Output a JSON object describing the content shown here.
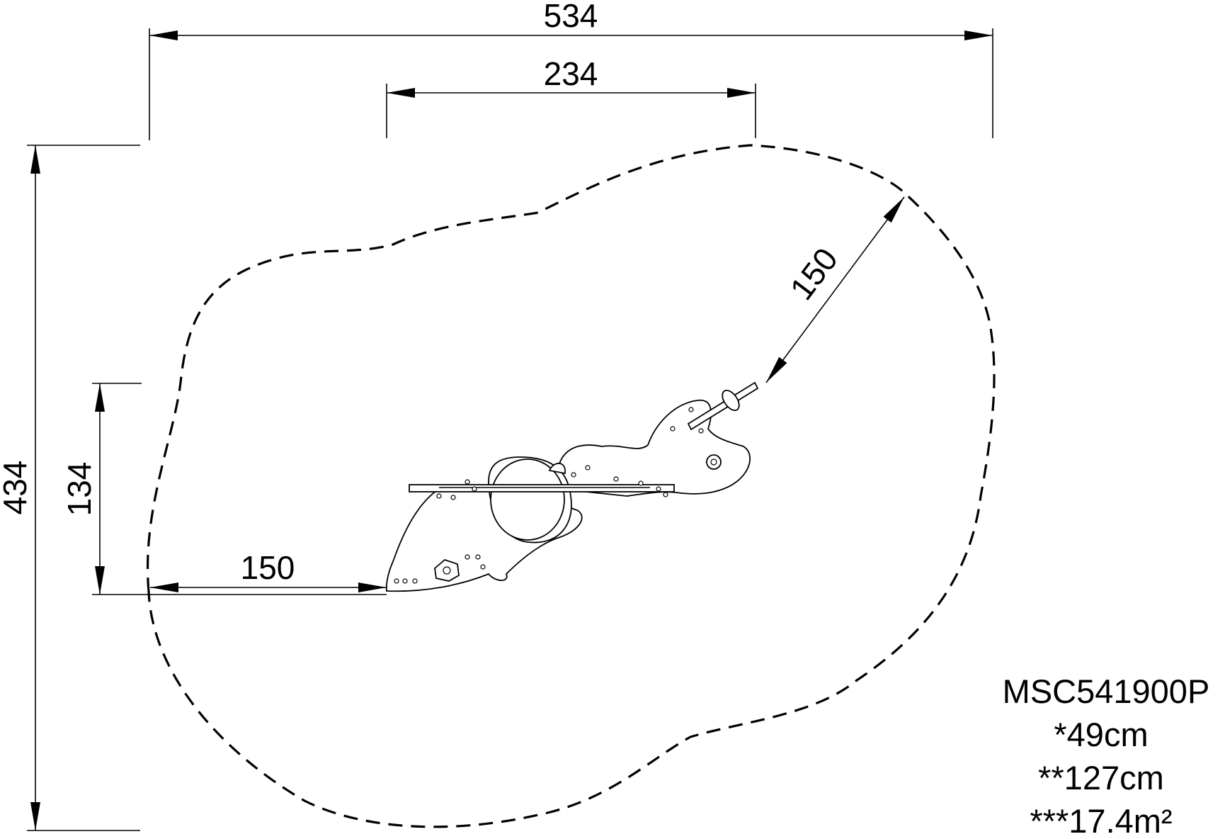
{
  "dimensions": {
    "overall_width": "534",
    "equipment_width": "234",
    "overall_depth": "434",
    "equipment_depth": "134",
    "left_clearance": "150",
    "diagonal_clearance": "150"
  },
  "product": {
    "code": "MSC541900P",
    "free_fall_height": "*49cm",
    "free_height": "**127cm",
    "safety_area": "***17.4m²"
  },
  "colors": {
    "line": "#000000",
    "background": "#ffffff"
  }
}
